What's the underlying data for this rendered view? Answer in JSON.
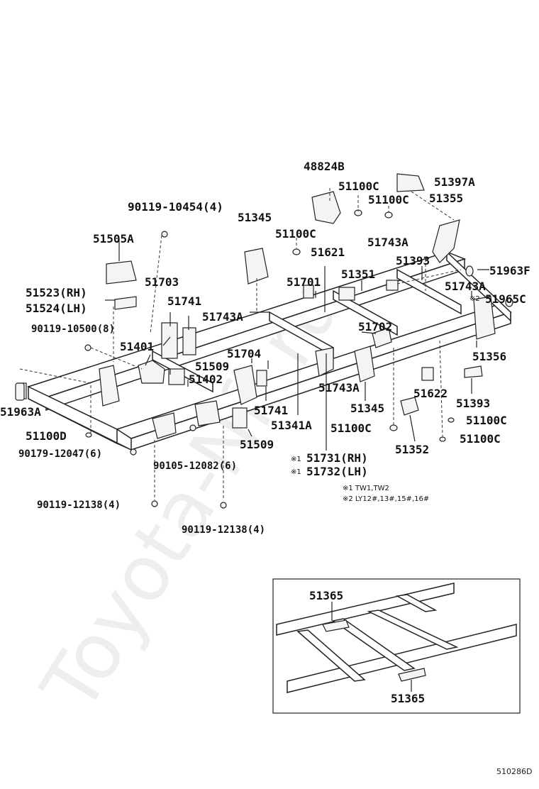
{
  "watermark": "Toyota-Nfi.ru",
  "diagram_code": "510286D",
  "labels": {
    "p48824B": "48824B",
    "p51100C_a": "51100C",
    "p51397A": "51397A",
    "p51100C_b": "51100C",
    "p51355": "51355",
    "p90119_10454": "90119-10454(4)",
    "p51345_top": "51345",
    "p51100C_c": "51100C",
    "p51743A_a": "51743A",
    "p51505A": "51505A",
    "p51621": "51621",
    "p51393_top": "51393",
    "p51963F": "51963F",
    "p51351": "51351",
    "p51523": "51523(RH)",
    "p51524": "51524(LH)",
    "p51703": "51703",
    "p51701": "51701",
    "p51743A_b": "51743A",
    "p51965C": "51965C",
    "p51741_a": "51741",
    "p51743A_c": "51743A",
    "p90119_10500": "90119-10500(8)",
    "p51702": "51702",
    "p51401": "51401",
    "p51704": "51704",
    "p51356": "51356",
    "p51509_a": "51509",
    "p51402": "51402",
    "p51743A_d": "51743A",
    "p51393_b": "51393",
    "p51963A": "51963A",
    "p51622": "51622",
    "p51741_b": "51741",
    "p51345_b": "51345",
    "p51100C_d": "51100C",
    "p51100D": "51100D",
    "p51341A": "51341A",
    "p51100C_e": "51100C",
    "p51100C_f": "51100C",
    "p90179_12047": "90179-12047(6)",
    "p51509_b": "51509",
    "p51352": "51352",
    "p90105_12082": "90105-12082(6)",
    "p51731": "51731(RH)",
    "p51732": "51732(LH)",
    "p90119_12138_a": "90119-12138(4)",
    "p90119_12138_b": "90119-12138(4)",
    "p51365_a": "51365",
    "p51365_b": "51365"
  },
  "notes": {
    "m1": "※1",
    "m1b": "※1",
    "m2": "※2",
    "m1c": "※1",
    "note1": "※1 TW1,TW2",
    "note2": "※2 LY12#,13#,15#,16#"
  }
}
